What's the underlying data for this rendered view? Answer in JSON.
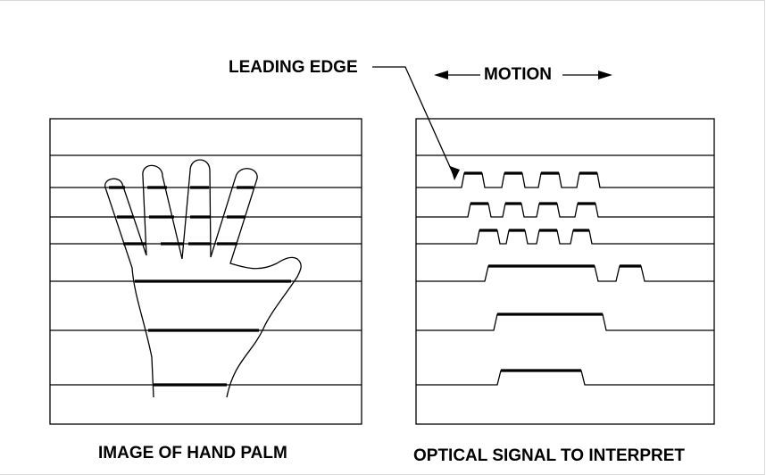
{
  "labels": {
    "leading_edge": "LEADING EDGE",
    "motion": "MOTION",
    "left_caption": "IMAGE OF HAND PALM",
    "right_caption": "OPTICAL SIGNAL TO INTERPRET"
  },
  "colors": {
    "ink": "#000000",
    "background": "#ffffff",
    "border": "#d9d9d9"
  }
}
